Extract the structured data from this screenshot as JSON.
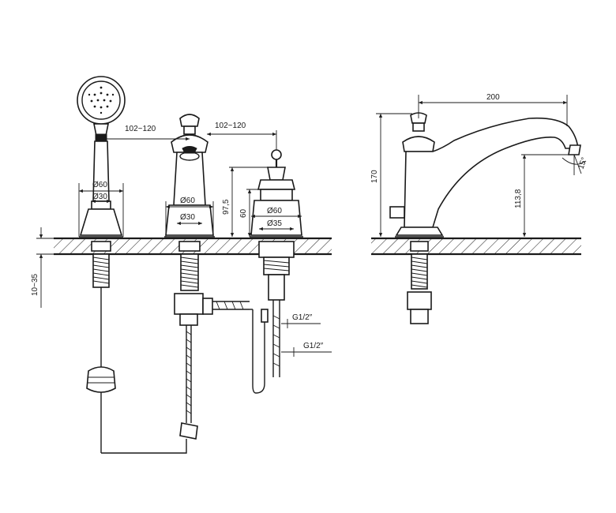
{
  "labels": {
    "hand_shower_span": "102~120",
    "spout_span": "102~120",
    "hand_shower_phi60": "Ø60",
    "hand_shower_phi30": "Ø30",
    "spout_phi60": "Ø60",
    "spout_phi30": "Ø30",
    "valve_phi60": "Ø60",
    "valve_phi35": "Ø35",
    "valve_height": "97,5",
    "valve_base_height": "60",
    "deck_thickness": "10~35",
    "thread_upper": "G1/2″",
    "thread_lower": "G1/2″",
    "spout_reach": "200",
    "spout_height": "170",
    "spout_outlet_height": "113,8",
    "spout_angle": "15°"
  }
}
